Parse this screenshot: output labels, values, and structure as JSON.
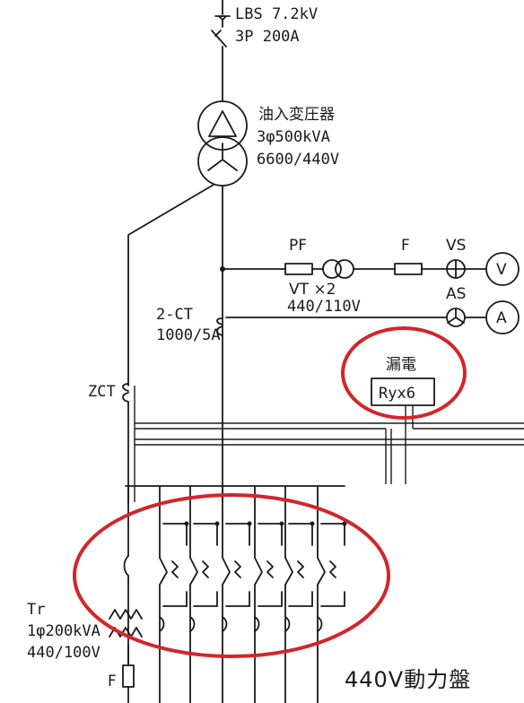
{
  "lbs": {
    "line1": "LBS 7.2kV",
    "line2": "3P 200A"
  },
  "transformer": {
    "name": "油入変圧器",
    "capacity": "3φ500kVA",
    "voltage": "6600/440V"
  },
  "pf_label": "PF",
  "f_label": "F",
  "vs_label": "VS",
  "vt": {
    "line1": "VT  ×2",
    "line2": "440/110V"
  },
  "as_label": "AS",
  "voltmeter": "V",
  "ammeter": "A",
  "ct": {
    "line1": "2-CT",
    "line2": "1000/5A"
  },
  "zct_label": "ZCT",
  "leakage": {
    "title": "漏電",
    "relay": "Ryx6"
  },
  "tr_small": {
    "line1": "Tr",
    "line2": "1φ200kVA",
    "line3": "440/100V"
  },
  "fuse_label": "F",
  "panel_title": "440V動力盤",
  "annotation_color": "#d0262b"
}
